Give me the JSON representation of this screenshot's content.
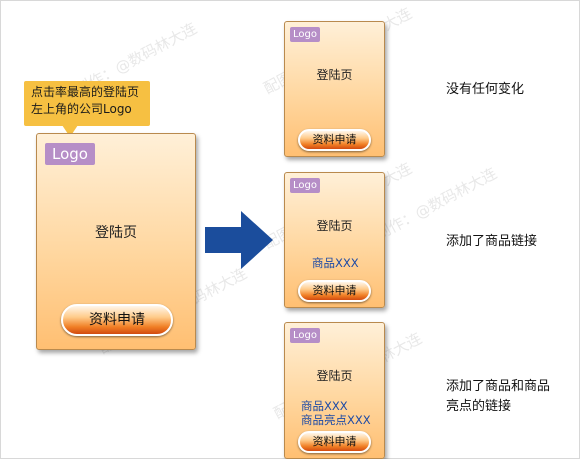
{
  "callout": {
    "line1": "点击率最高的登陆页",
    "line2": "左上角的公司Logo"
  },
  "big_card": {
    "logo": "Logo",
    "title": "登陆页",
    "button": "资料申请"
  },
  "variants": [
    {
      "logo": "Logo",
      "title": "登陆页",
      "links": [],
      "button": "资料申请",
      "note": "没有任何变化"
    },
    {
      "logo": "Logo",
      "title": "登陆页",
      "links": [
        "商品XXX"
      ],
      "button": "资料申请",
      "note": "添加了商品链接"
    },
    {
      "logo": "Logo",
      "title": "登陆页",
      "links": [
        "商品XXX",
        "商品亮点XXX"
      ],
      "button": "资料申请",
      "note_line1": "添加了商品和商品",
      "note_line2": "亮点的链接"
    }
  ],
  "watermark": "配图制作：@数码林大连",
  "colors": {
    "arrow": "#1b4d9c",
    "logo_bg": "#b68ec7",
    "callout_bg": "#f6c042",
    "link": "#1d4aa6"
  }
}
